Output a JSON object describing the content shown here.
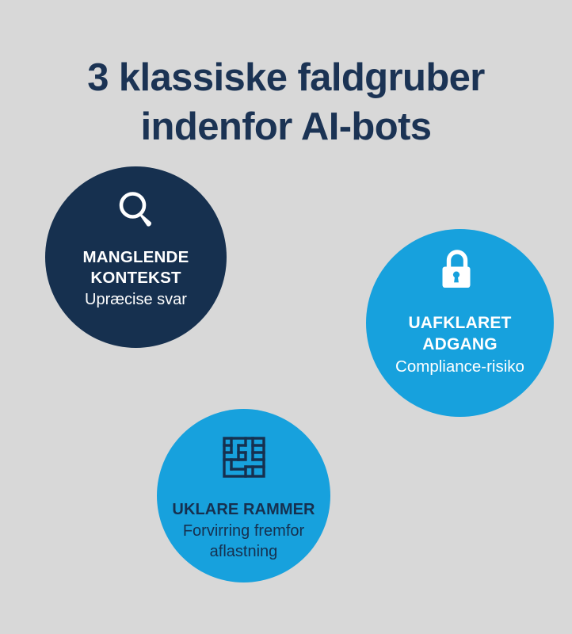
{
  "page": {
    "background_color": "#d8d8d8",
    "title_lines": [
      "3 klassiske faldgruber",
      "indenfor AI-bots"
    ],
    "title_color": "#1b3354"
  },
  "palette": {
    "navy": "#16304f",
    "blue": "#17a1dd",
    "white": "#ffffff",
    "background": "#d8d8d8"
  },
  "bubbles": [
    {
      "id": "manglende-kontekst",
      "icon": "magnifier-icon",
      "headline": "MANGLENDE\nKONTEKST",
      "subline": "Upræcise svar",
      "fill_color": "#16304f",
      "text_color": "#ffffff",
      "icon_color": "#ffffff"
    },
    {
      "id": "uafklaret-adgang",
      "icon": "open-padlock-icon",
      "headline": "UAFKLARET\nADGANG",
      "subline": "Compliance-risiko",
      "fill_color": "#17a1dd",
      "text_color": "#ffffff",
      "icon_color": "#ffffff"
    },
    {
      "id": "uklare-rammer",
      "icon": "maze-icon",
      "headline": "UKLARE RAMMER",
      "subline": "Forvirring fremfor\naflastning",
      "fill_color": "#17a1dd",
      "text_color": "#16304f",
      "icon_color": "#16304f"
    }
  ]
}
